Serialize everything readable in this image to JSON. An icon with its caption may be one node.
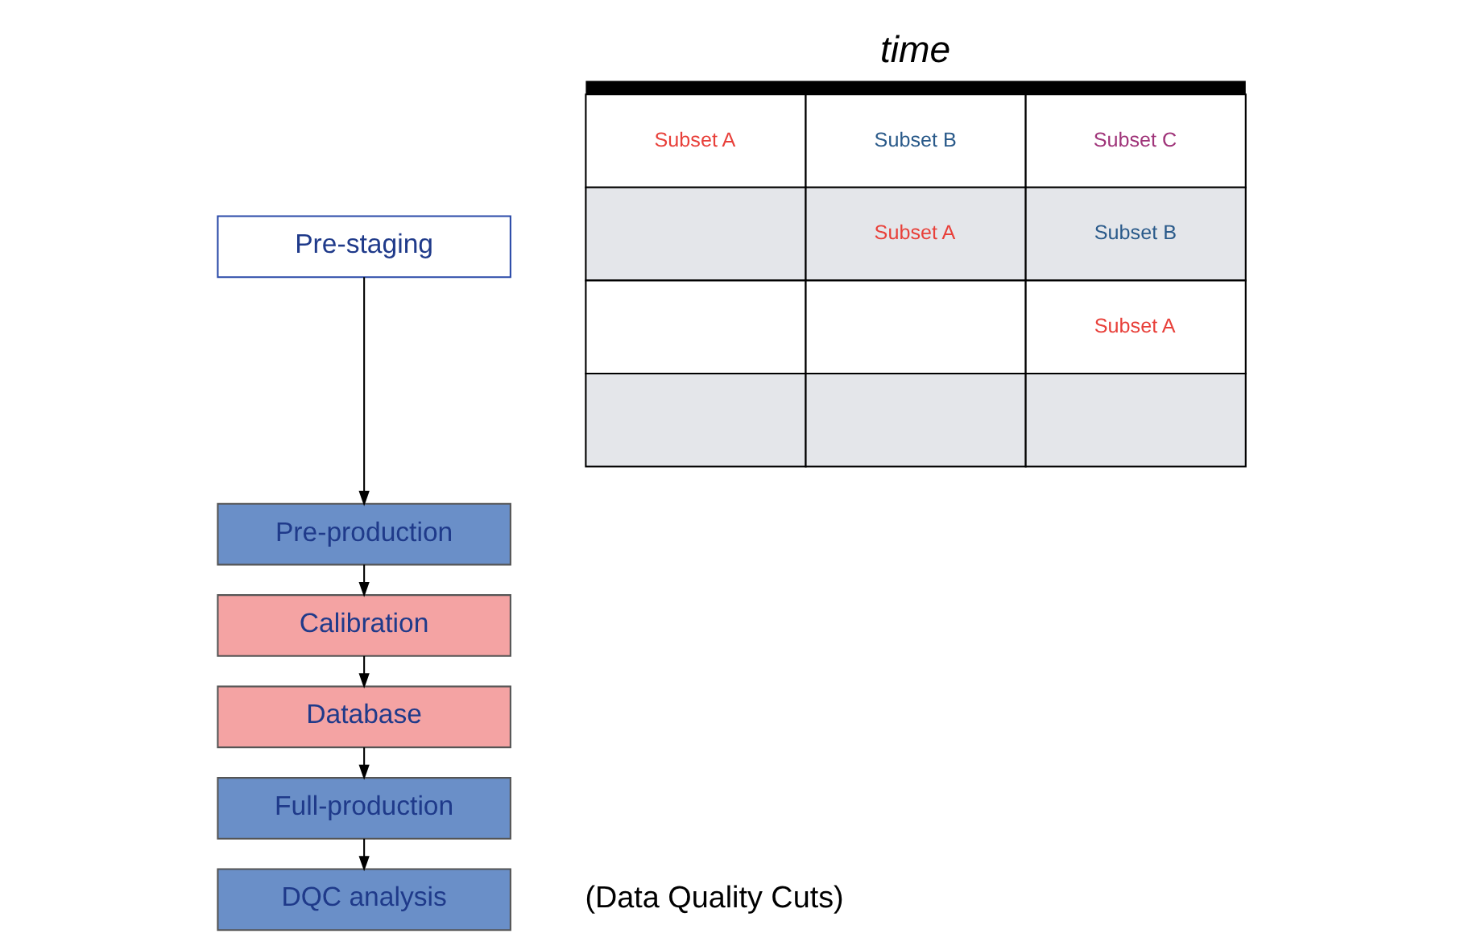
{
  "diagram": {
    "nodes": [
      {
        "text": [
          "Pre-staging"
        ]
      },
      {
        "text": [
          "Pre-production"
        ]
      },
      {
        "text": [
          "Calibration"
        ]
      },
      {
        "text": [
          "Database"
        ]
      },
      {
        "text": [
          "Full-production"
        ]
      },
      {
        "text": [
          "DQC analysis"
        ],
        "beside": [
          "(Data Quality Cuts)"
        ]
      }
    ],
    "edges": [
      {
        "from": 0,
        "to": 1,
        "arrow": "to"
      },
      {
        "from": 1,
        "to": 2,
        "arrow": "to"
      },
      {
        "from": 2,
        "to": 3,
        "arrow": "to"
      },
      {
        "from": 3,
        "to": 4,
        "arrow": "to"
      },
      {
        "from": 4,
        "to": 5,
        "arrow": "to"
      }
    ],
    "labels": [
      "time",
      "Subset A",
      "Subset B",
      "Subset C",
      "Subset A",
      "Subset B",
      "Subset A"
    ]
  }
}
